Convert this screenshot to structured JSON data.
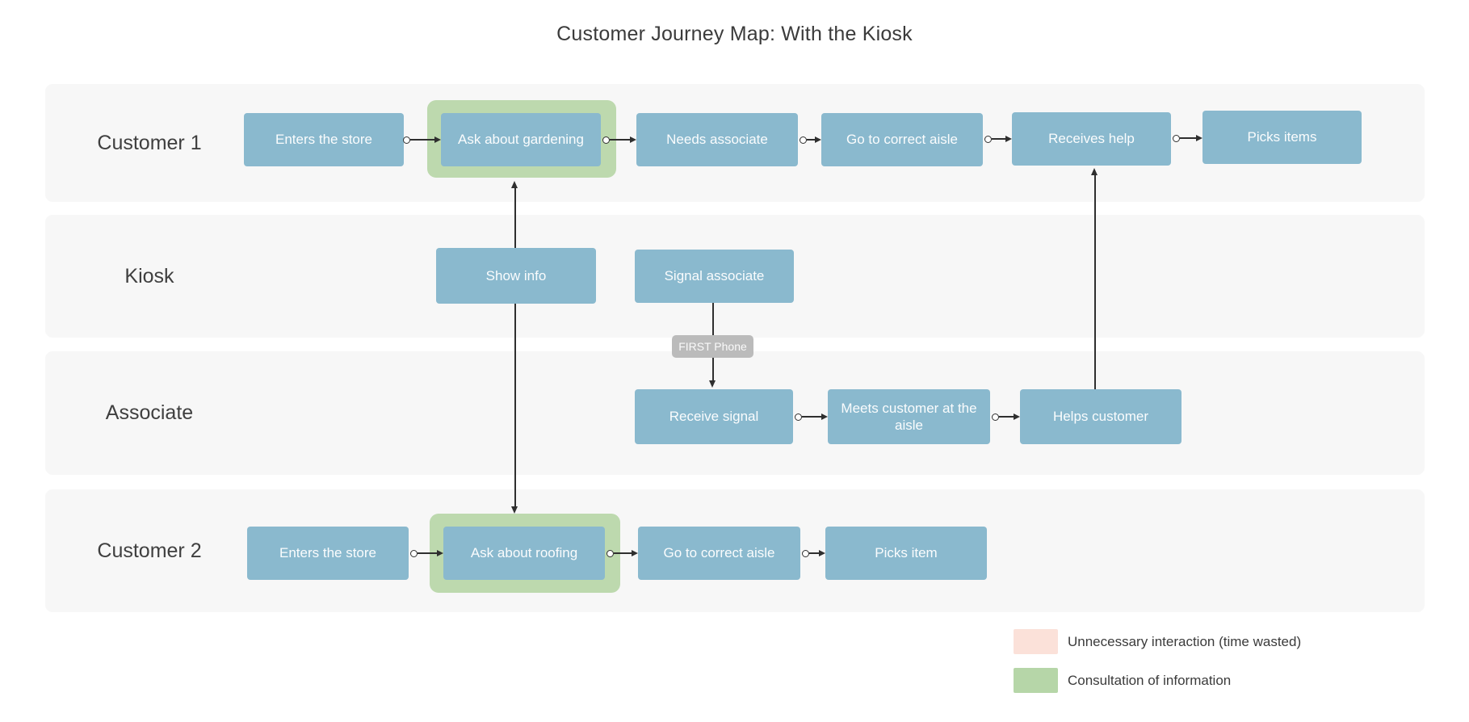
{
  "title": "Customer Journey Map: With the Kiosk",
  "lanes": [
    {
      "label": "Customer 1"
    },
    {
      "label": "Kiosk"
    },
    {
      "label": "Associate"
    },
    {
      "label": "Customer 2"
    }
  ],
  "nodes": {
    "c1_enters": "Enters the store",
    "c1_ask": "Ask about gardening",
    "c1_needs": "Needs associate",
    "c1_aisle": "Go to correct aisle",
    "c1_help": "Receives help",
    "c1_picks": "Picks items",
    "kiosk_show": "Show info",
    "kiosk_signal": "Signal associate",
    "assoc_receive": "Receive signal",
    "assoc_meets": "Meets customer at the aisle",
    "assoc_helps": "Helps customer",
    "c2_enters": "Enters the store",
    "c2_ask": "Ask about roofing",
    "c2_aisle": "Go to correct aisle",
    "c2_picks": "Picks item"
  },
  "annotations": {
    "first_phone": "FIRST Phone"
  },
  "legend": [
    {
      "label": "Unnecessary interaction (time wasted)",
      "color": "#fbe1d9"
    },
    {
      "label": "Consultation of information",
      "color": "#b6d6a8"
    }
  ],
  "colors": {
    "node_fill": "#8ab9ce",
    "highlight_green": "#bdd9ae",
    "lane_background": "#f7f7f7",
    "annotation_gray": "#bbbbbb",
    "connector": "#2f2f2f",
    "text_dark": "#3b3b3b"
  }
}
